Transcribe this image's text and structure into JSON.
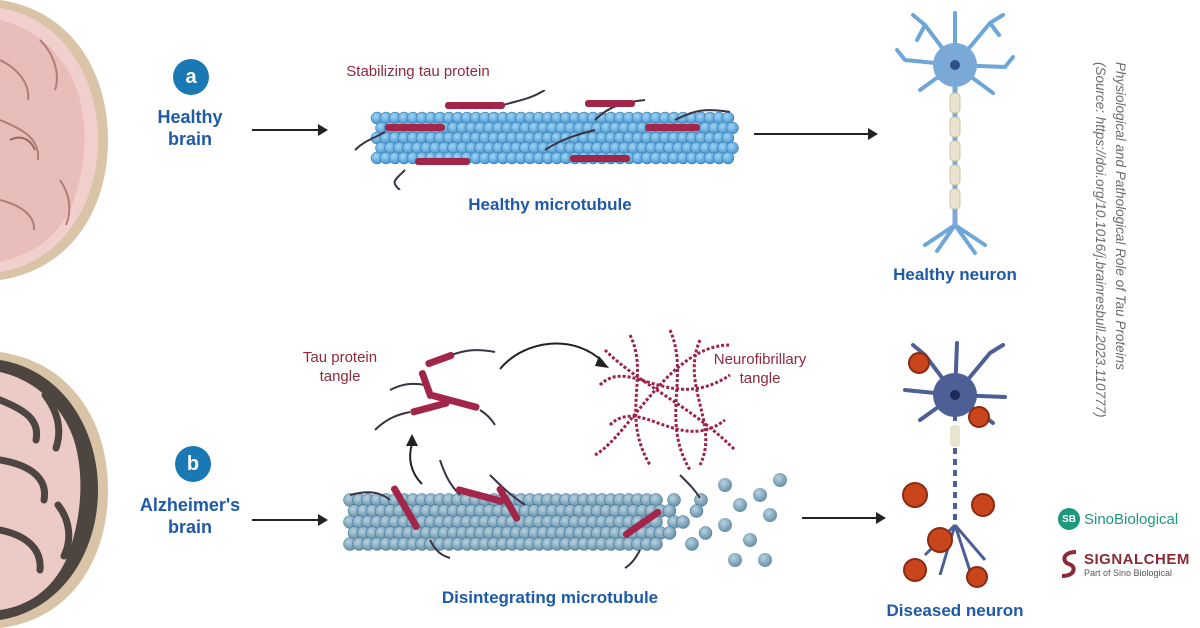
{
  "panel_a": {
    "badge": "a",
    "brain_label": "Healthy brain",
    "tau_label": "Stabilizing tau protein",
    "microtubule_label": "Healthy microtubule",
    "neuron_label": "Healthy neuron"
  },
  "panel_b": {
    "badge": "b",
    "brain_label": "Alzheimer's brain",
    "tau_tangle_label": "Tau protein tangle",
    "nft_label": "Neurofibrillary tangle",
    "microtubule_label": "Disintegrating microtubule",
    "neuron_label": "Diseased neuron"
  },
  "source": {
    "title": "Physiological and Pathological Role of Tau Proteins",
    "citation": "(Source: https://doi.org/10.1016/j.brainresbull.2023.110777)"
  },
  "logos": {
    "sino_biological": "SinoBiological",
    "signalchem": "SIGNALCHEM",
    "signalchem_tag": "Part of Sino Biological"
  },
  "colors": {
    "label_blue": "#1e5aa8",
    "tau_red": "#a2264a",
    "badge_blue": "#1a78b4",
    "healthy_neuron": "#6fa6d8",
    "diseased_neuron": "#4d5f94"
  }
}
